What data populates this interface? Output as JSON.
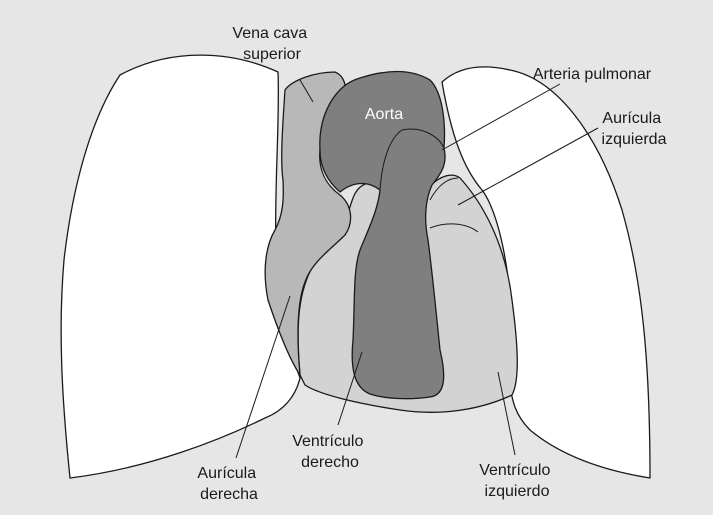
{
  "labels": {
    "vena_cava": [
      "Vena cava",
      "superior"
    ],
    "aorta": "Aorta",
    "arteria_pulmonar": "Arteria pulmonar",
    "auricula_izquierda": [
      "Aurícula",
      "izquierda"
    ],
    "auricula_derecha": [
      "Aurícula",
      "derecha"
    ],
    "ventriculo_derecho": [
      "Ventrículo",
      "derecho"
    ],
    "ventriculo_izquierdo": [
      "Ventrículo",
      "izquierdo"
    ]
  },
  "colors": {
    "background": "#e6e6e6",
    "lungs": "#ffffff",
    "vena_cava_atrium": "#b8b8b8",
    "ventricles": "#d3d3d3",
    "aorta_pulmonary": "#7f7f7f",
    "outline": "#1a1a1a"
  }
}
